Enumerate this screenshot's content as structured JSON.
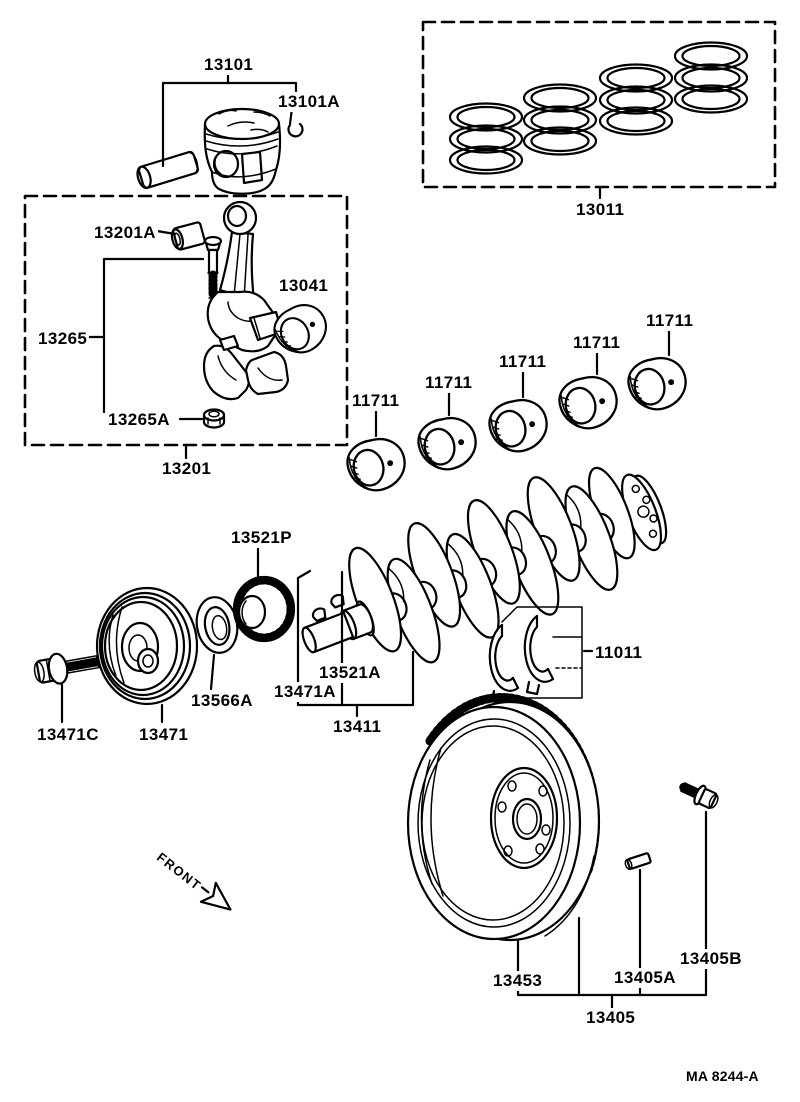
{
  "part_labels": [
    {
      "text": "13101"
    },
    {
      "text": "13101A"
    },
    {
      "text": "13011"
    },
    {
      "text": "13201A"
    },
    {
      "text": "13041"
    },
    {
      "text": "13265"
    },
    {
      "text": "13265A"
    },
    {
      "text": "13201"
    },
    {
      "text": "11711"
    },
    {
      "text": "11711"
    },
    {
      "text": "11711"
    },
    {
      "text": "11711"
    },
    {
      "text": "11711"
    },
    {
      "text": "13521P"
    },
    {
      "text": "13566A"
    },
    {
      "text": "13471C"
    },
    {
      "text": "13471"
    },
    {
      "text": "13471A"
    },
    {
      "text": "13521A"
    },
    {
      "text": "13411"
    },
    {
      "text": "11011"
    },
    {
      "text": "13453"
    },
    {
      "text": "13405A"
    },
    {
      "text": "13405B"
    },
    {
      "text": "13405"
    }
  ],
  "front_marker": "FRONT",
  "footer": {
    "figure_code": "MA 8244-A"
  },
  "colors": {
    "ink": "#000000",
    "paper": "#ffffff"
  }
}
